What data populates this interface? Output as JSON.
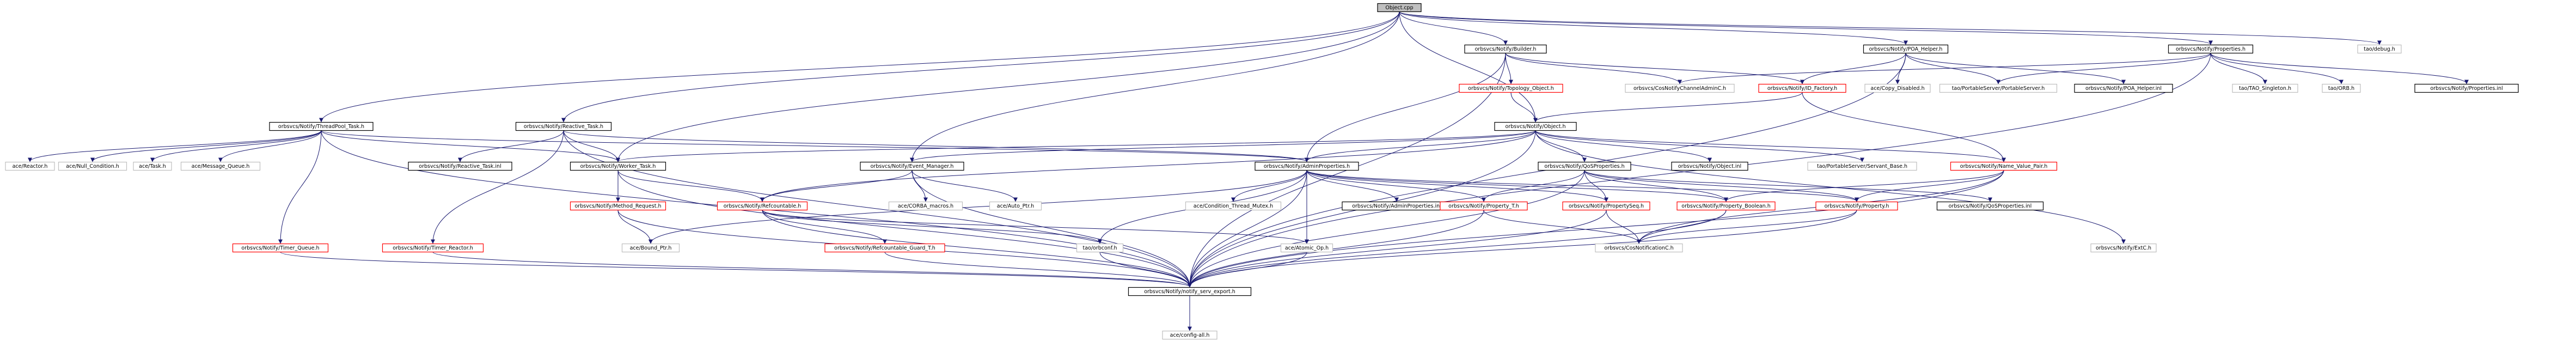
{
  "colors": {
    "normal_border": "#000000",
    "missing_border": "#bfbfbf",
    "broken_border": "#ff0000",
    "root_fill": "#bfbfbf",
    "node_fill": "#ffffff",
    "edge": "#191970",
    "text": "#000000"
  },
  "nodes": [
    {
      "id": "root",
      "label": "Object.cpp",
      "kind": "root"
    },
    {
      "id": "builder_h",
      "label": "orbsvcs/Notify/Builder.h",
      "kind": "normal"
    },
    {
      "id": "poa_helper_h",
      "label": "orbsvcs/Notify/POA_Helper.h",
      "kind": "normal"
    },
    {
      "id": "properties_h",
      "label": "orbsvcs/Notify/Properties.h",
      "kind": "normal"
    },
    {
      "id": "debug_h",
      "label": "tao/debug.h",
      "kind": "missing"
    },
    {
      "id": "threadpool_task_h",
      "label": "orbsvcs/Notify/ThreadPool_Task.h",
      "kind": "normal"
    },
    {
      "id": "reactive_task_h",
      "label": "orbsvcs/Notify/Reactive_Task.h",
      "kind": "normal"
    },
    {
      "id": "topology_object_h",
      "label": "orbsvcs/Notify/Topology_Object.h",
      "kind": "broken"
    },
    {
      "id": "cos_channel_admin_c_h",
      "label": "orbsvcs/CosNotifyChannelAdminC.h",
      "kind": "missing"
    },
    {
      "id": "id_factory_h",
      "label": "orbsvcs/Notify/ID_Factory.h",
      "kind": "broken"
    },
    {
      "id": "copy_disabled_h",
      "label": "ace/Copy_Disabled.h",
      "kind": "missing"
    },
    {
      "id": "portable_server_h",
      "label": "tao/PortableServer/PortableServer.h",
      "kind": "missing"
    },
    {
      "id": "poa_helper_inl",
      "label": "orbsvcs/Notify/POA_Helper.inl",
      "kind": "normal"
    },
    {
      "id": "tao_singleton_h",
      "label": "tao/TAO_Singleton.h",
      "kind": "missing"
    },
    {
      "id": "orb_h",
      "label": "tao/ORB.h",
      "kind": "missing"
    },
    {
      "id": "properties_inl",
      "label": "orbsvcs/Notify/Properties.inl",
      "kind": "normal"
    },
    {
      "id": "notify_object_h",
      "label": "orbsvcs/Notify/Object.h",
      "kind": "normal"
    },
    {
      "id": "reactor_h",
      "label": "ace/Reactor.h",
      "kind": "missing"
    },
    {
      "id": "null_condition_h",
      "label": "ace/Null_Condition.h",
      "kind": "missing"
    },
    {
      "id": "task_h",
      "label": "ace/Task.h",
      "kind": "missing"
    },
    {
      "id": "message_queue_h",
      "label": "ace/Message_Queue.h",
      "kind": "missing"
    },
    {
      "id": "reactive_task_inl",
      "label": "orbsvcs/Notify/Reactive_Task.inl",
      "kind": "normal"
    },
    {
      "id": "worker_task_h",
      "label": "orbsvcs/Notify/Worker_Task.h",
      "kind": "normal"
    },
    {
      "id": "event_manager_h",
      "label": "orbsvcs/Notify/Event_Manager.h",
      "kind": "normal"
    },
    {
      "id": "admin_properties_h",
      "label": "orbsvcs/Notify/AdminProperties.h",
      "kind": "normal"
    },
    {
      "id": "qos_properties_h",
      "label": "orbsvcs/Notify/QoSProperties.h",
      "kind": "normal"
    },
    {
      "id": "object_inl",
      "label": "orbsvcs/Notify/Object.inl",
      "kind": "normal"
    },
    {
      "id": "servant_base_h",
      "label": "tao/PortableServer/Servant_Base.h",
      "kind": "missing"
    },
    {
      "id": "name_value_pair_h",
      "label": "orbsvcs/Notify/Name_Value_Pair.h",
      "kind": "broken"
    },
    {
      "id": "timer_queue_h",
      "label": "orbsvcs/Notify/Timer_Queue.h",
      "kind": "broken"
    },
    {
      "id": "timer_reactor_h",
      "label": "orbsvcs/Notify/Timer_Reactor.h",
      "kind": "broken"
    },
    {
      "id": "method_request_h",
      "label": "orbsvcs/Notify/Method_Request.h",
      "kind": "broken"
    },
    {
      "id": "refcountable_h",
      "label": "orbsvcs/Notify/Refcountable.h",
      "kind": "broken"
    },
    {
      "id": "corba_macros_h",
      "label": "ace/CORBA_macros.h",
      "kind": "missing"
    },
    {
      "id": "auto_ptr_h",
      "label": "ace/Auto_Ptr.h",
      "kind": "missing"
    },
    {
      "id": "condition_thread_mutex_h",
      "label": "ace/Condition_Thread_Mutex.h",
      "kind": "missing"
    },
    {
      "id": "admin_properties_inl",
      "label": "orbsvcs/Notify/AdminProperties.inl",
      "kind": "normal"
    },
    {
      "id": "property_t_h",
      "label": "orbsvcs/Notify/Property_T.h",
      "kind": "broken"
    },
    {
      "id": "property_seq_h",
      "label": "orbsvcs/Notify/PropertySeq.h",
      "kind": "broken"
    },
    {
      "id": "property_boolean_h",
      "label": "orbsvcs/Notify/Property_Boolean.h",
      "kind": "broken"
    },
    {
      "id": "property_h",
      "label": "orbsvcs/Notify/Property.h",
      "kind": "broken"
    },
    {
      "id": "qos_properties_inl",
      "label": "orbsvcs/Notify/QoSProperties.inl",
      "kind": "normal"
    },
    {
      "id": "refcountable_guard_t_h",
      "label": "orbsvcs/Notify/Refcountable_Guard_T.h",
      "kind": "broken"
    },
    {
      "id": "bound_ptr_h",
      "label": "ace/Bound_Ptr.h",
      "kind": "missing"
    },
    {
      "id": "orbconf_h",
      "label": "tao/orbconf.h",
      "kind": "missing"
    },
    {
      "id": "atomic_op_h",
      "label": "ace/Atomic_Op.h",
      "kind": "missing"
    },
    {
      "id": "cos_notification_c_h",
      "label": "orbsvcs/CosNotificationC.h",
      "kind": "missing"
    },
    {
      "id": "exit_c_h",
      "label": "orbsvcs/Notify/ExtC.h",
      "kind": "missing"
    },
    {
      "id": "notify_serv_export_h",
      "label": "orbsvcs/Notify/notify_serv_export.h",
      "kind": "normal"
    },
    {
      "id": "config_all_h",
      "label": "ace/config-all.h",
      "kind": "missing"
    }
  ]
}
